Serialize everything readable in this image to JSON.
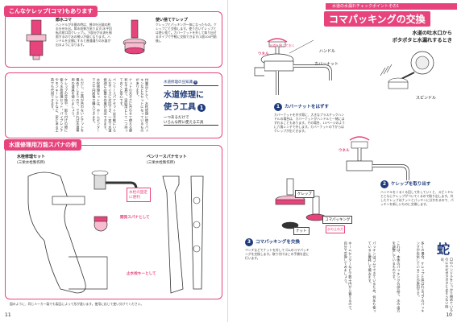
{
  "left": {
    "top_box_title": "こんなケレップ(コマ)もあります",
    "koma1_title": "節水コマ",
    "koma1_desc": "ハンドルが半開の時は、普の吐出量の約半分を吐出。節水効果があります(水平回転式蛇口用ケレップ)。下部分が水流を制限するので水の勢いが弱くなります。ハンドルを全開にすると普通通りの水量が出るようになります。",
    "koma2_title": "使い捨てケレップ",
    "koma2_desc": "ケレップとパッキンが一体になったもの。ケレップごと交換します。使う古いケレップとは使い捨て。カバーナットを外して取り出せるタイプで手軽に交換できます(1個100円前後)。",
    "sidebar_sub": "水道修理の豆知識",
    "sidebar_no": "6",
    "sidebar_title_1": "水道修理に",
    "sidebar_title_2": "使う工具",
    "sidebar_title_no": "1",
    "sidebar_tag_1": "一つあるだけで",
    "sidebar_tag_2": "いろんな所に使える工具",
    "col1": "ケレップの交換や、取り付けの際に使う水栓修理セット。パイプレンチやモンキーレンチなど、家にある工具でも代用できます。",
    "col2": "ただし、工具が合わないとナットを傷めてしまうので、できれば水道専用の道具を使いましょう。",
    "col3": "水栓修理セットは、ホームセンターで二千円前後で購入できます。",
    "col4": "ペンリースパナセットは手軽にいろんなサイズに対応でき、一本で水道修理に必要な作業がほぼできます。",
    "col5": "ナットの大きさに合わせて使える便利な工具で、家庭用として一つ持っておくと安心です。",
    "col6": "付属品として、水栓修理に使うパッキンなどもセットになっているものがあります。",
    "tools_title": "水道修理用万能スパナの例",
    "set1_title": "水栓修理セット",
    "set1_maker": "(三栄水栓製作所)",
    "set2_title": "ベンリースパナセット",
    "set2_maker": "(三栄水栓製作所)",
    "note_box": "水栓の固定に便利",
    "label_monkey": "開発スパナとして",
    "label_key": "止水栓キーとして",
    "footer_note": "図のように、同じメーカー製でも製品によって形が違います。使用に応じて使い分けてください。",
    "page_no": "11"
  },
  "right": {
    "header_band": "水道の水漏れチェックポイントその1",
    "main_title": "コマパッキングの交換",
    "subtitle_1": "水道の吐水口から",
    "subtitle_2": "ポタポタと水漏れするとき",
    "note_close": "水道を閉じておく",
    "label_handle": "ハンドル",
    "label_cover_nut": "カバーナット",
    "label_spindle": "スピンドル",
    "label_kerepp": "ケレップ",
    "label_koma": "コマパッキング",
    "label_nut": "ナット",
    "label_water_stop": "水の止め方",
    "label_spin_dir": "ウネル",
    "step1_title": "カバーナットをはずす",
    "step1_desc": "カバーナットを外す際に、大きなプラスチックハンドルの場合は、カバーナットがハンドルと一緒にはずれることもあります。その場合、13ページのように六角レンチで外します。カバーナットの下からはケレップが出てきます。",
    "step2_title": "ケレップを取り出す",
    "step2_desc": "ハンドルをくるくる回して外していくと、スピンドルとともにケレップがついてくるので取り出します。外したケレップはナットとパッキンに分かれるので、パッキンを新しいものに交換します。",
    "step3_title": "コマパッキングを交換",
    "step3_desc": "ペンチなどでナットを外してゴムのコマパッキングを交換します。取り付けはこの手順を逆に行います。",
    "body_lead": "蛇",
    "body_col1": "口のハンドルをしっかり閉めているのに水がポタポタと止まらない時は、",
    "body_col2": "多くの場合、ケレップと呼ばれるコマのパッキングが劣化していることが原因です。",
    "body_col3": "これは、本体のパッキングの部品で、水の出方を調整しているものです。",
    "body_col4": "パッキンはゴムでできているため、何年も使っていると摩耗して傷みます。",
    "body_col5": "ホームセンターなどで数十円から買えるので、自分で交換してみましょう。",
    "page_no": "10"
  },
  "colors": {
    "accent": "#e7447d",
    "navy": "#1e3a7a"
  }
}
